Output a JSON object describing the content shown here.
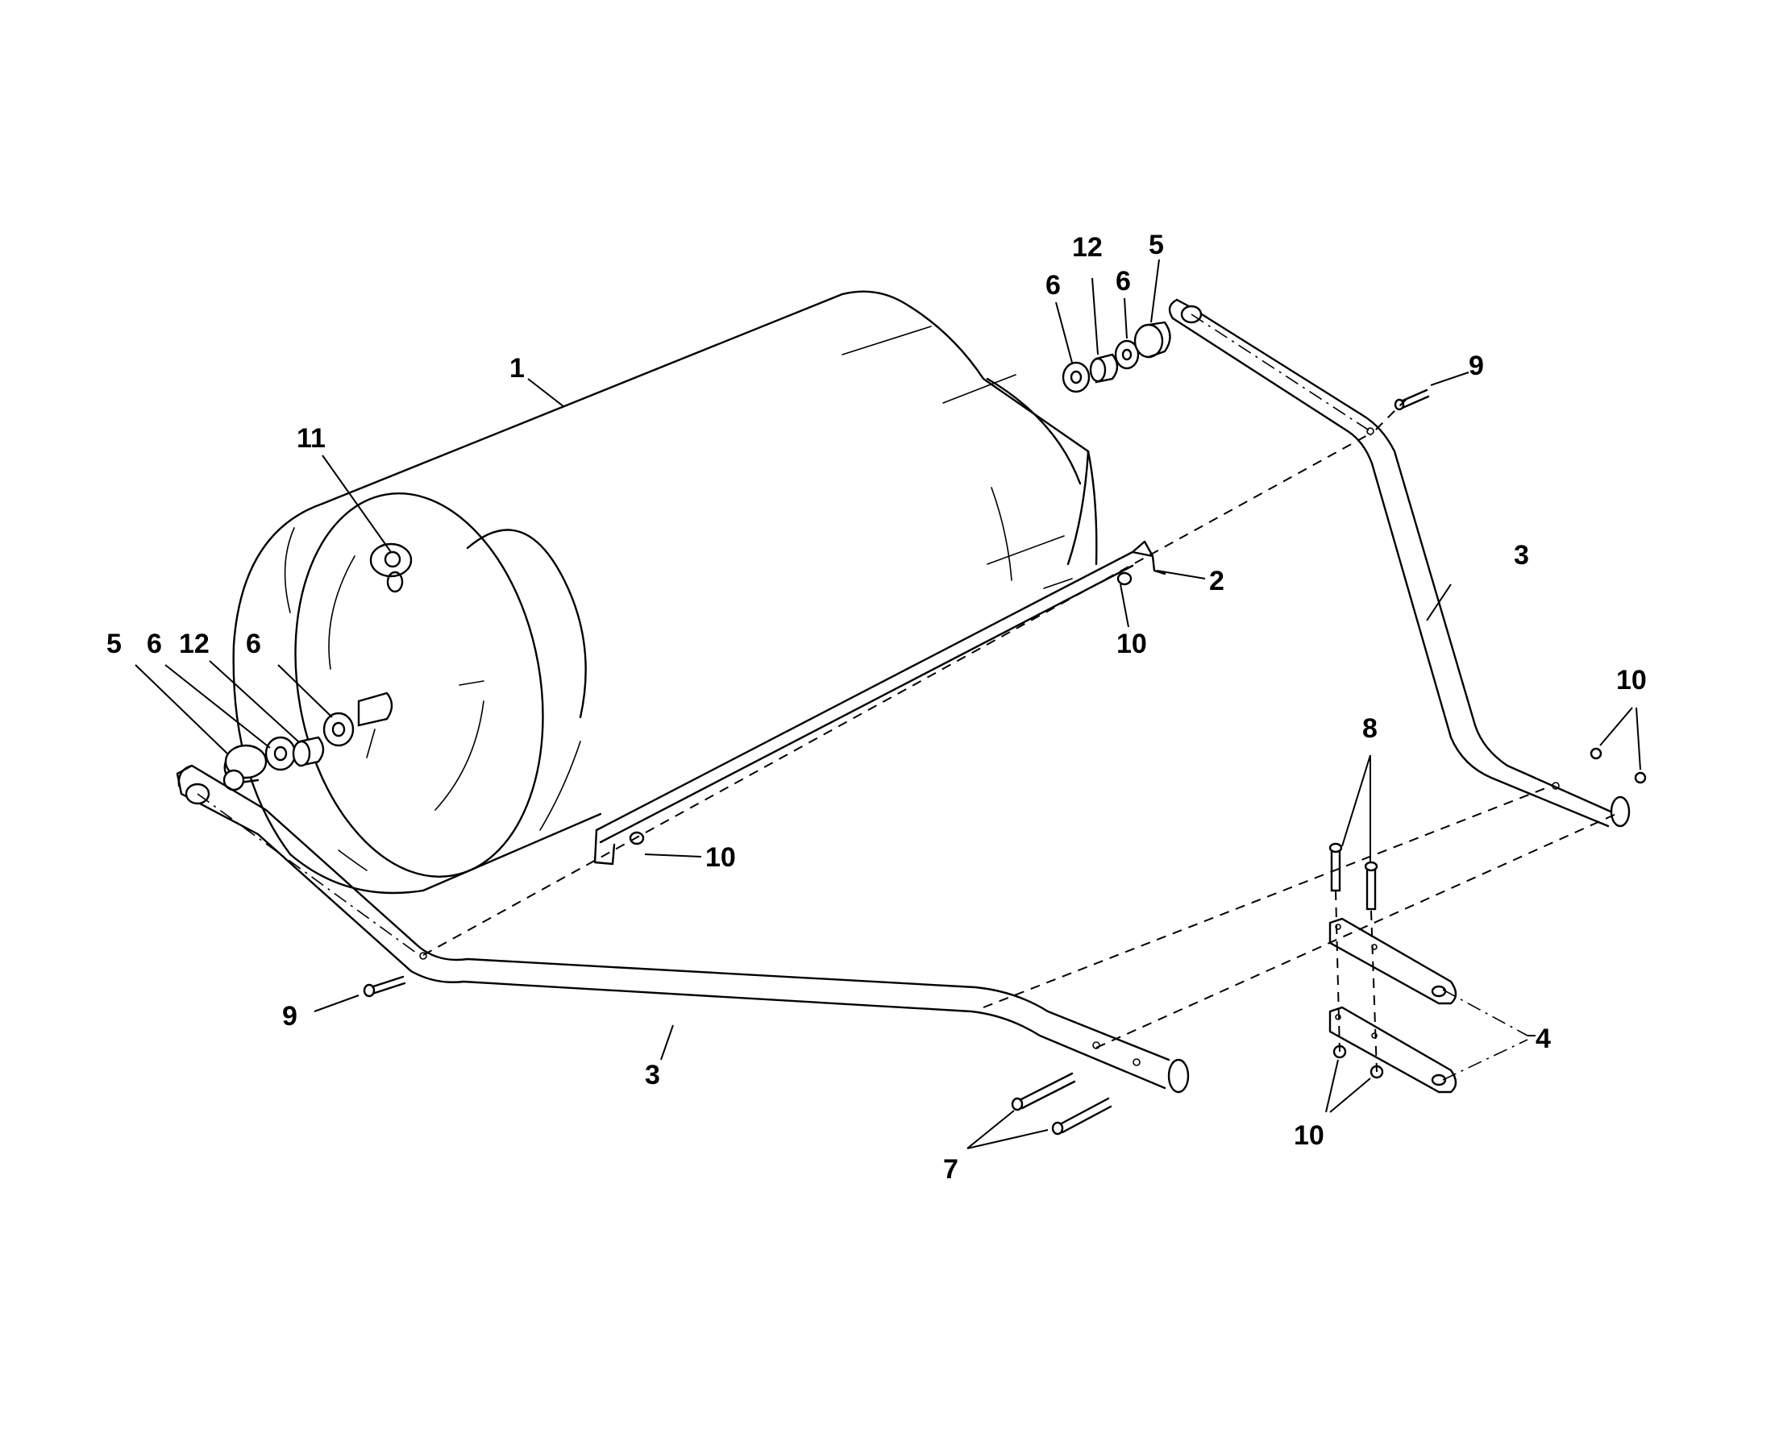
{
  "callouts": {
    "c1": "1",
    "c2": "2",
    "c3a": "3",
    "c3b": "3",
    "c4": "4",
    "c5a": "5",
    "c5b": "5",
    "c6a": "6",
    "c6b": "6",
    "c6c": "6",
    "c6d": "6",
    "c7": "7",
    "c8": "8",
    "c9a": "9",
    "c9b": "9",
    "c10a": "10",
    "c10b": "10",
    "c10c": "10",
    "c10d": "10",
    "c11": "11",
    "c12a": "12",
    "c12b": "12"
  }
}
